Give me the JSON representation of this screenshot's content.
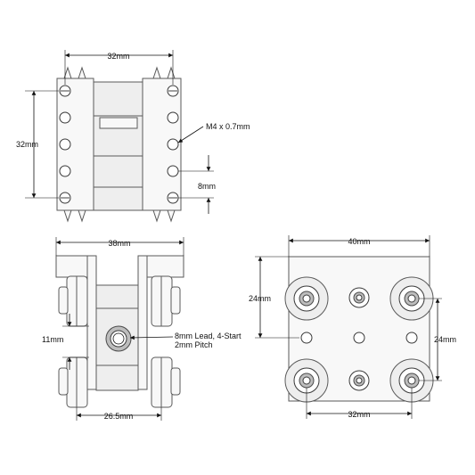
{
  "top_view": {
    "width_label": "32mm",
    "height_label": "32mm",
    "thread_label": "M4 x 0.7mm",
    "spacing_label": "8mm"
  },
  "front_view": {
    "width_label": "38mm",
    "offset_label": "11mm",
    "bottom_label": "26.5mm",
    "lead_label_line1": "8mm Lead, 4-Start",
    "lead_label_line2": "2mm Pitch"
  },
  "plate_view": {
    "width_label": "40mm",
    "left_label": "24mm",
    "right_label": "24mm",
    "bottom_label": "32mm"
  },
  "colors": {
    "line": "#5a5a5a",
    "dimension": "#111111",
    "fill": "#f8f8f8"
  }
}
